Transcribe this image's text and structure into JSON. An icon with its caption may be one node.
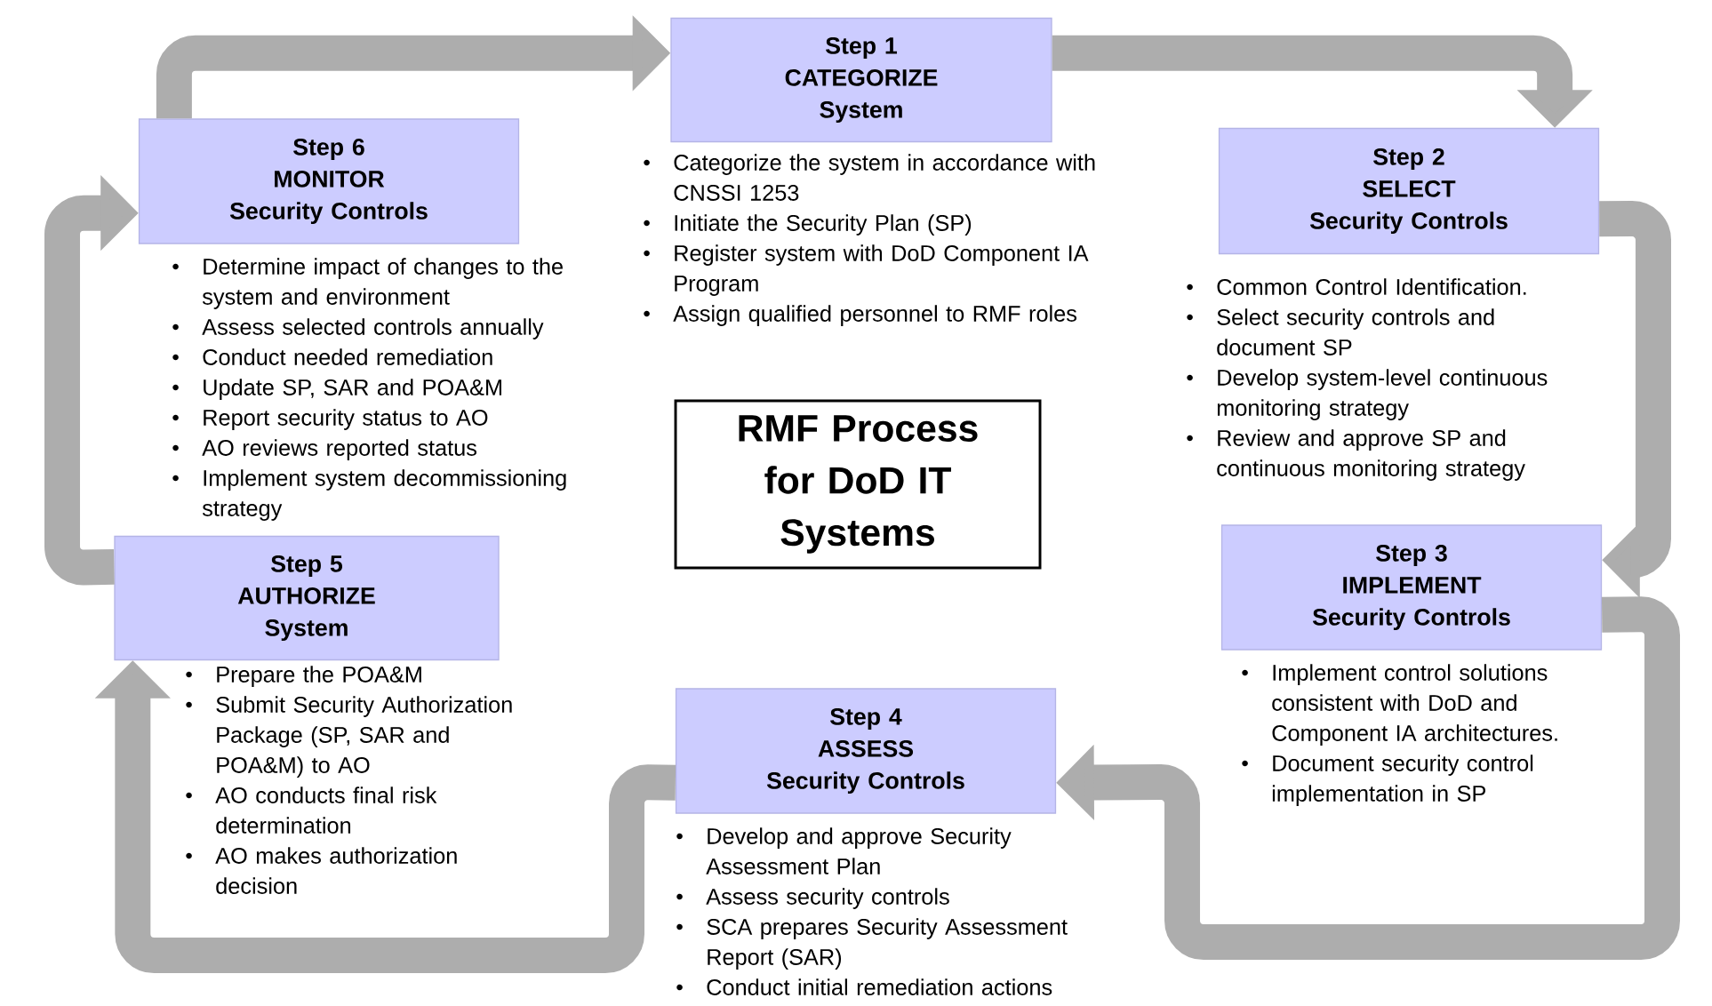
{
  "diagram": {
    "nodes": [
      {
        "text": [
          "Step 1",
          "CATEGORIZE",
          "System"
        ],
        "beside": [
          "Categorize the system in accordance with CNSSI  1253",
          "Initiate the Security Plan (SP)",
          "Register system with DoD Component IA Program",
          "Assign qualified personnel to RMF roles"
        ]
      },
      {
        "text": [
          "Step 2",
          "SELECT",
          "Security Controls"
        ],
        "beside": [
          "Common Control Identification.",
          "Select security controls and document SP",
          "Develop system-level continuous monitoring strategy",
          "Review and approve SP and continuous monitoring strategy"
        ]
      },
      {
        "text": [
          "Step 3",
          "IMPLEMENT",
          "Security Controls"
        ],
        "beside": [
          "Implement control solutions consistent with DoD and Component IA architectures.",
          "Document security control implementation in SP"
        ]
      },
      {
        "text": [
          "Step 4",
          "ASSESS",
          "Security Controls"
        ],
        "beside": [
          "Develop and approve Security Assessment Plan",
          "Assess security controls",
          "SCA prepares Security Assessment Report (SAR)",
          "Conduct initial remediation actions"
        ]
      },
      {
        "text": [
          "Step 5",
          "AUTHORIZE",
          "System"
        ],
        "beside": [
          "Prepare the POA&M",
          "Submit Security Authorization Package (SP, SAR and POA&M) to AO",
          "AO conducts final risk determination",
          "AO makes authorization decision"
        ]
      },
      {
        "text": [
          "Step 6",
          "MONITOR",
          "Security Controls"
        ],
        "beside": [
          "Determine impact of changes to the system and environment",
          "Assess selected controls annually",
          "Conduct needed remediation",
          "Update SP, SAR and POA&M",
          "Report security status to AO",
          "AO reviews reported status",
          "Implement system decommissioning strategy"
        ]
      },
      {
        "text": [
          "RMF Process for DoD IT Systems"
        ]
      }
    ],
    "edges": [
      {
        "from": 5,
        "to": 0,
        "arrow": "to"
      },
      {
        "from": 0,
        "to": 1,
        "arrow": "to"
      },
      {
        "from": 1,
        "to": 2,
        "arrow": "to"
      },
      {
        "from": 2,
        "to": 3,
        "arrow": "to"
      },
      {
        "from": 3,
        "to": 4,
        "arrow": "to"
      },
      {
        "from": 4,
        "to": 5,
        "arrow": "to"
      }
    ]
  }
}
